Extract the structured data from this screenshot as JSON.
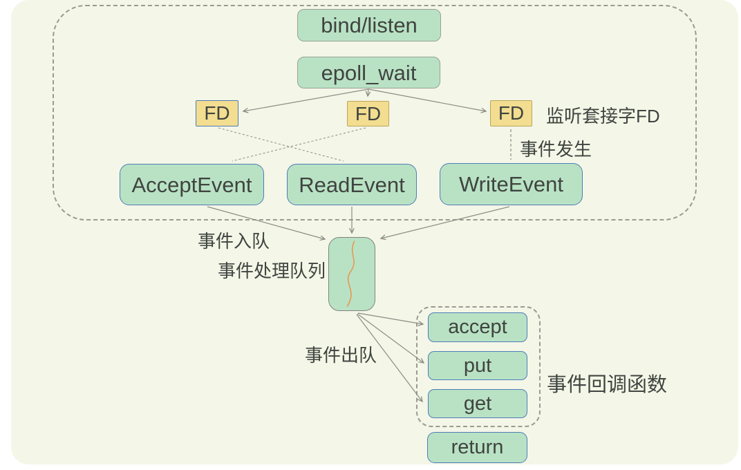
{
  "diagram": {
    "nodes": {
      "bind_listen": "bind/listen",
      "epoll_wait": "epoll_wait",
      "fd1": "FD",
      "fd2": "FD",
      "fd3": "FD",
      "accept_event": "AcceptEvent",
      "read_event": "ReadEvent",
      "write_event": "WriteEvent",
      "cb_accept": "accept",
      "cb_put": "put",
      "cb_get": "get",
      "return": "return"
    },
    "labels": {
      "listen_socket_fd": "监听套接字FD",
      "event_occur": "事件发生",
      "event_enqueue": "事件入队",
      "event_queue_name": "事件处理队列",
      "event_dequeue": "事件出队",
      "event_callbacks": "事件回调函数"
    },
    "colors": {
      "canvas_bg": "#f4f6e7",
      "node_green_fill": "#b9e2c4",
      "node_yellow_fill": "#f2dd90",
      "border_gray_green": "#95a296",
      "border_blue": "#4d7cb8",
      "border_olive": "#bba65e",
      "queue_border_gray": "#7e847e",
      "connector_gray": "#8c8c85",
      "dashed_container_gray": "#9a9a90",
      "squiggle_orange": "#e8954f",
      "text": "#3f4440"
    }
  }
}
